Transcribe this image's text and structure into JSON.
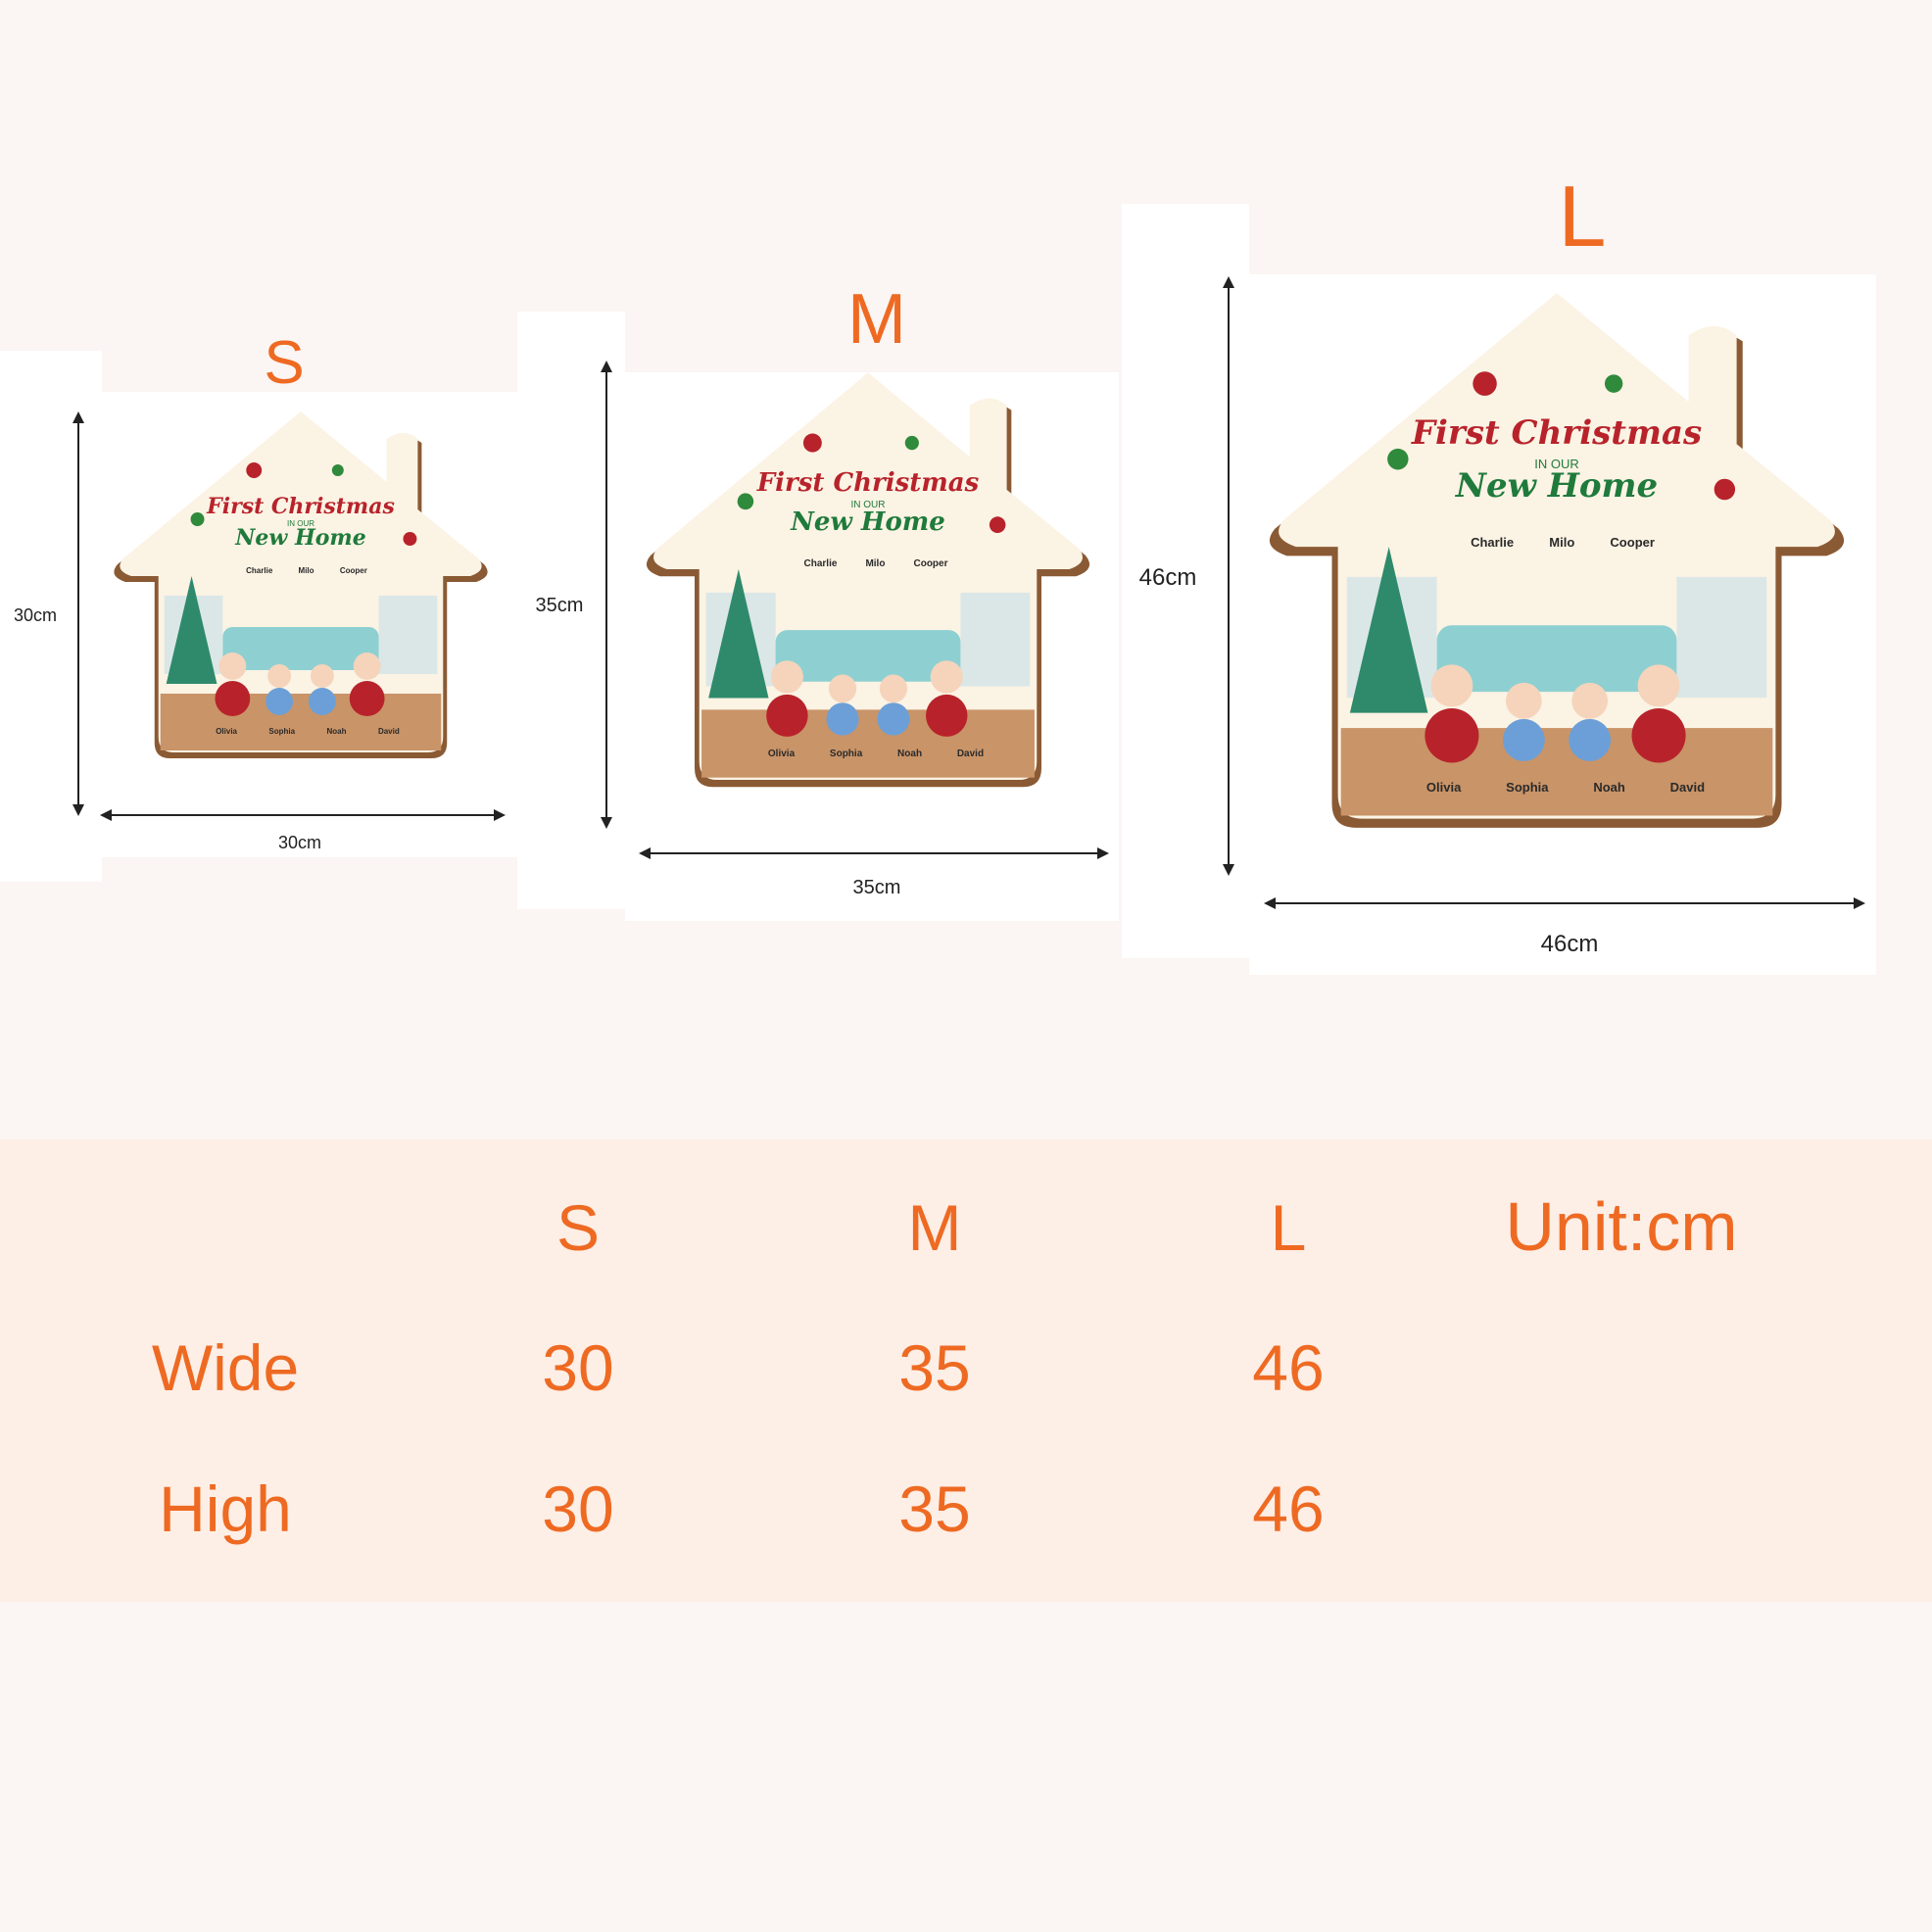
{
  "sizes": [
    {
      "letter": "S",
      "width_label": "30cm",
      "height_label": "30cm",
      "plaque": {
        "title": "First Christmas",
        "subtitle_small": "IN OUR",
        "subtitle": "New Home",
        "pet_names": [
          "Charlie",
          "Milo",
          "Cooper"
        ],
        "people_names": [
          "Olivia",
          "Sophia",
          "Noah",
          "David"
        ]
      }
    },
    {
      "letter": "M",
      "width_label": "35cm",
      "height_label": "35cm",
      "plaque": {
        "title": "First Christmas",
        "subtitle_small": "IN OUR",
        "subtitle": "New Home",
        "pet_names": [
          "Charlie",
          "Milo",
          "Cooper"
        ],
        "people_names": [
          "Olivia",
          "Sophia",
          "Noah",
          "David"
        ]
      }
    },
    {
      "letter": "L",
      "width_label": "46cm",
      "height_label": "46cm",
      "plaque": {
        "title": "First Christmas",
        "subtitle_small": "IN OUR",
        "subtitle": "New Home",
        "pet_names": [
          "Charlie",
          "Milo",
          "Cooper"
        ],
        "people_names": [
          "Olivia",
          "Sophia",
          "Noah",
          "David"
        ]
      }
    }
  ],
  "table": {
    "columns": [
      "S",
      "M",
      "L"
    ],
    "unit_label": "Unit:cm",
    "rows": [
      {
        "label": "Wide",
        "values": [
          "30",
          "35",
          "46"
        ]
      },
      {
        "label": "High",
        "values": [
          "30",
          "35",
          "46"
        ]
      }
    ]
  },
  "colors": {
    "accent": "#ee6a22",
    "background": "#fbf5f3",
    "table_band": "#fdeee6",
    "title_red": "#b8232b",
    "title_green": "#1f7a3b",
    "wood": "#a8683a"
  }
}
